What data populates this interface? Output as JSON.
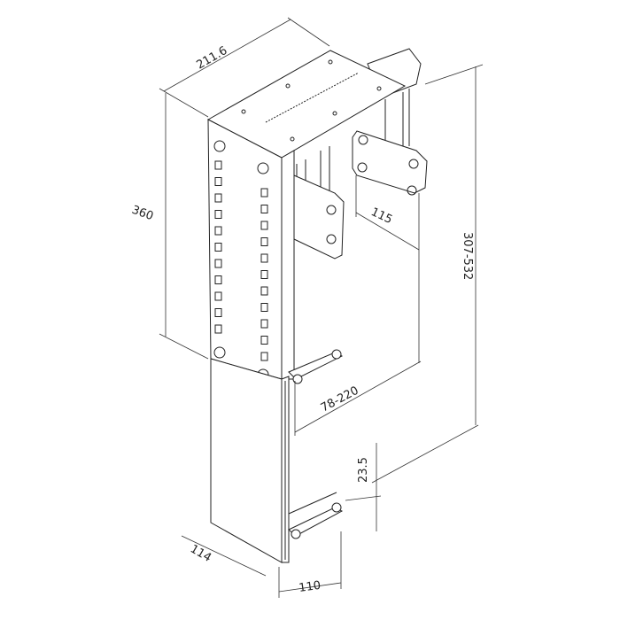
{
  "dimensions": {
    "depth_top": "211.6",
    "height_upper": "360",
    "bracket_offset": "115",
    "total_height": "307-532",
    "width_range": "78-220",
    "foot_height": "23.5",
    "front_depth": "114",
    "base_width": "110"
  },
  "colors": {
    "line": "#222222",
    "background": "#ffffff"
  }
}
